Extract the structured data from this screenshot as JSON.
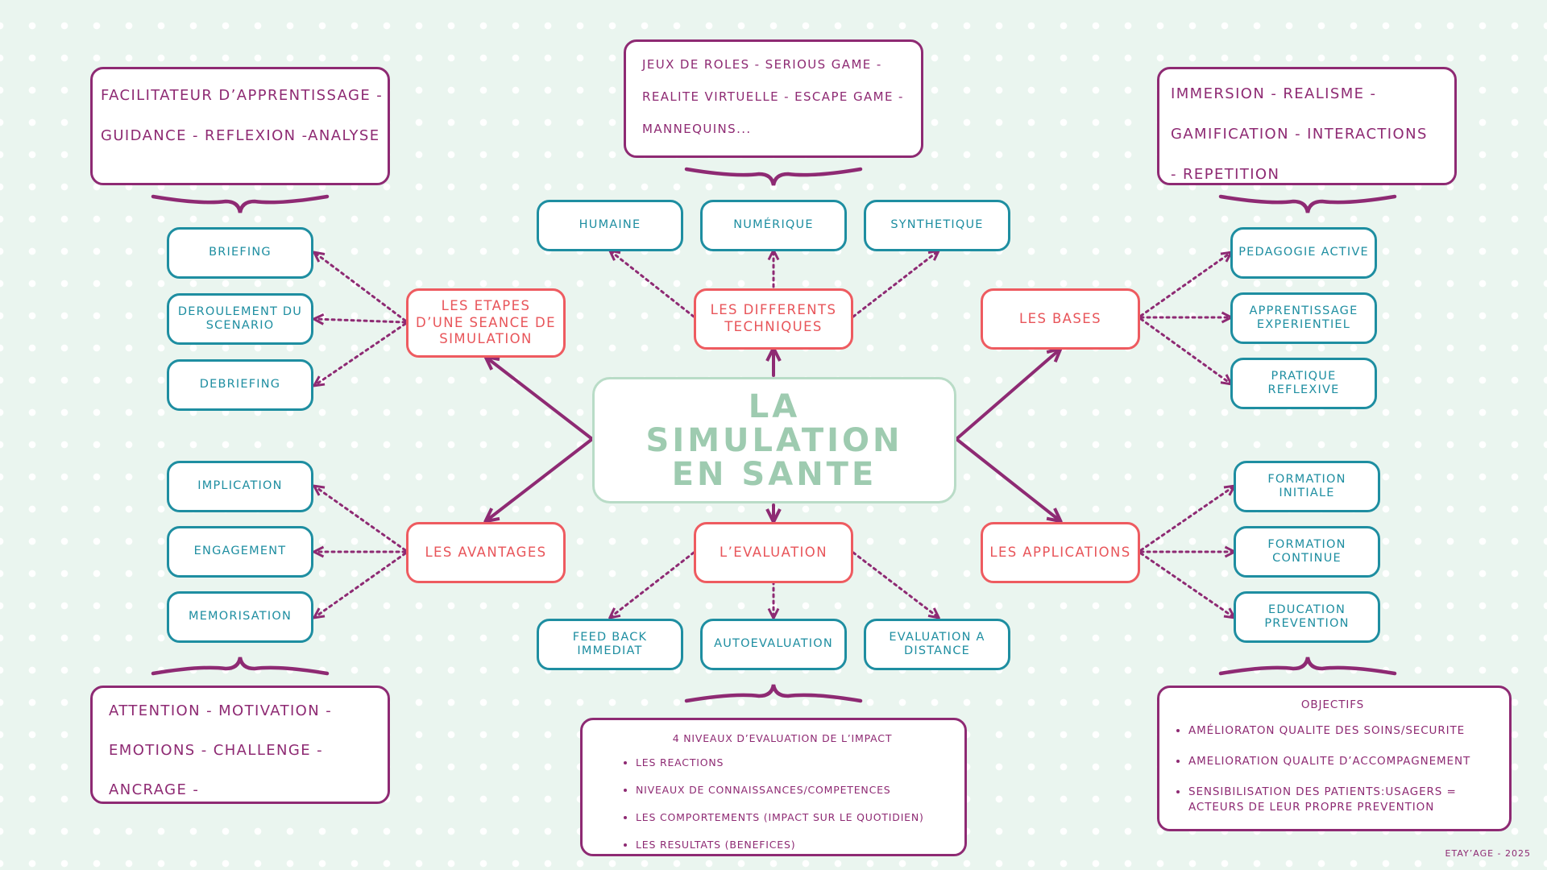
{
  "center": {
    "title": "LA SIMULATION EN SANTE"
  },
  "categories": {
    "etapes": "LES ETAPES D’UNE SEANCE DE SIMULATION",
    "techniques": "LES DIFFERENTS TECHNIQUES",
    "bases": "LES BASES",
    "avantages": "LES AVANTAGES",
    "evaluation": "L’EVALUATION",
    "applications": "LES APPLICATIONS"
  },
  "items": {
    "etapes": [
      "BRIEFING",
      "DEROULEMENT DU SCENARIO",
      "DEBRIEFING"
    ],
    "techniques": [
      "HUMAINE",
      "NUMÉRIQUE",
      "SYNTHETIQUE"
    ],
    "bases": [
      "PEDAGOGIE ACTIVE",
      "APPRENTISSAGE EXPERIENTIEL",
      "PRATIQUE REFLEXIVE"
    ],
    "avantages": [
      "IMPLICATION",
      "ENGAGEMENT",
      "MEMORISATION"
    ],
    "evaluation": [
      "FEED BACK IMMEDIAT",
      "AUTOEVALUATION",
      "EVALUATION A DISTANCE"
    ],
    "applications": [
      "FORMATION INITIALE",
      "FORMATION CONTINUE",
      "EDUCATION PREVENTION"
    ]
  },
  "notes": {
    "etapes": [
      "FACILITATEUR D’APPRENTISSAGE -",
      "GUIDANCE - REFLEXION -ANALYSE"
    ],
    "techniques": [
      "JEUX DE ROLES - SERIOUS GAME -",
      "REALITE VIRTUELLE - ESCAPE GAME  -",
      "MANNEQUINS..."
    ],
    "bases": [
      "IMMERSION - REALISME -",
      "GAMIFICATION - INTERACTIONS",
      "- REPETITION"
    ],
    "avantages": [
      "ATTENTION - MOTIVATION -",
      "EMOTIONS - CHALLENGE -",
      "ANCRAGE -"
    ],
    "evaluation": {
      "title": "4 NIVEAUX D’EVALUATION DE L’IMPACT",
      "bullets": [
        "LES REACTIONS",
        "NIVEAUX DE CONNAISSANCES/COMPETENCES",
        "LES COMPORTEMENTS (IMPACT SUR LE QUOTIDIEN)",
        "LES RESULTATS (BENEFICES)"
      ]
    },
    "applications": {
      "title": "OBJECTIFS",
      "bullets": [
        "AMÉLIORATON QUALITE DES SOINS/SECURITE",
        "AMELIORATION QUALITE D’ACCOMPAGNEMENT",
        "SENSIBILISATION DES PATIENTS:USAGERS =\nACTEURS DE LEUR PROPRE PREVENTION"
      ]
    }
  },
  "footer": {
    "credit": "ETAY’AGE - 2025"
  },
  "colors": {
    "purple": "#8e2a73",
    "teal": "#1e8ea1",
    "coral": "#ee5b60",
    "sage": "#9ecbb0",
    "background": "#eaf5ef"
  }
}
